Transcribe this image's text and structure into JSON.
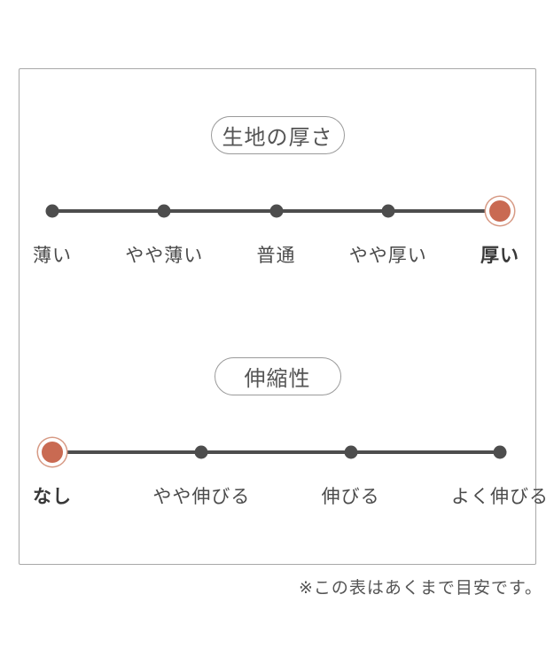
{
  "figure": {
    "note": "※この表はあくまで目安です。"
  },
  "colors": {
    "accent": "#C96A52",
    "accent_ring": "#D79A85",
    "dot": "#4D4D4D",
    "text": "#4A4A4A",
    "panel_border": "#A8A8A8"
  },
  "chart_data": [
    {
      "type": "rating-scale",
      "title": "生地の厚さ",
      "categories": [
        "薄い",
        "やや薄い",
        "普通",
        "やや厚い",
        "厚い"
      ],
      "selected_index": 4,
      "selected_value": "厚い",
      "layout": {
        "orientation": "horizontal",
        "stops": 5,
        "marker": "filled-dot",
        "selected_marker": "orange-ringed-dot"
      }
    },
    {
      "type": "rating-scale",
      "title": "伸縮性",
      "categories": [
        "なし",
        "やや伸びる",
        "伸びる",
        "よく伸びる"
      ],
      "selected_index": 0,
      "selected_value": "なし",
      "layout": {
        "orientation": "horizontal",
        "stops": 4,
        "marker": "filled-dot",
        "selected_marker": "orange-ringed-dot"
      }
    }
  ]
}
